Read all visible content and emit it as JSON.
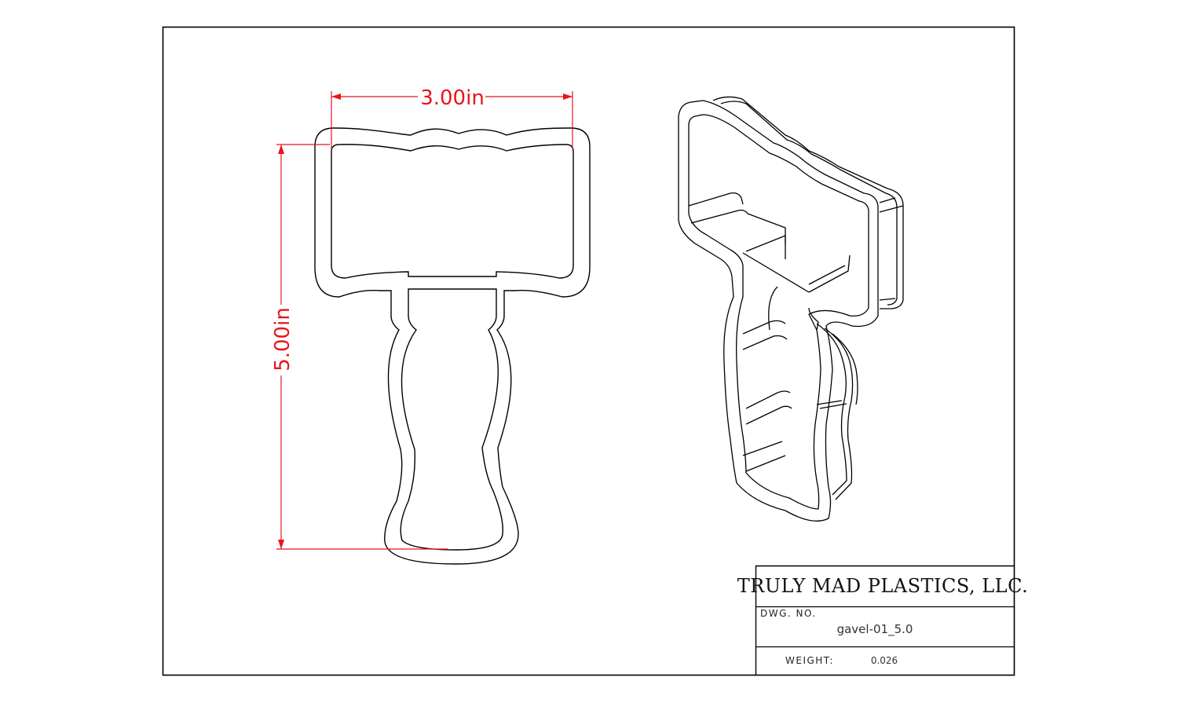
{
  "dimensions": {
    "width_label": "3.00in",
    "height_label": "5.00in"
  },
  "title_block": {
    "company": "TRULY MAD PLASTICS, LLC.",
    "dwg_no_label": "DWG.  NO.",
    "dwg_no_value": "gavel-01_5.0",
    "weight_label": "WEIGHT:",
    "weight_value": "0.026"
  },
  "colors": {
    "dimension": "#e8141b",
    "line": "#000000"
  }
}
